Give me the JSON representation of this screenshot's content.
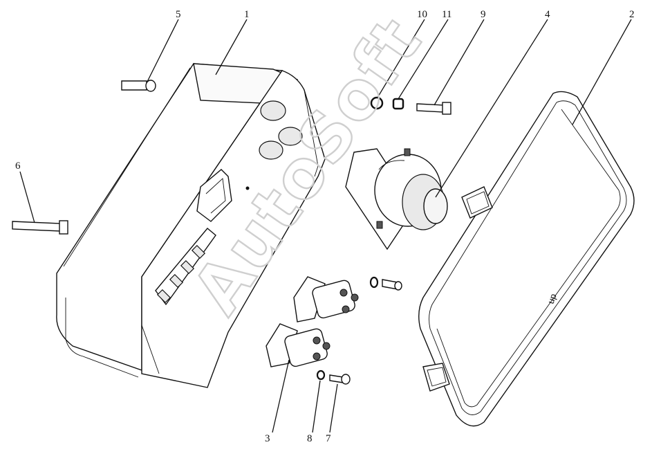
{
  "callouts": {
    "c1": "1",
    "c2": "2",
    "c3": "3",
    "c4": "4",
    "c5": "5",
    "c6": "6",
    "c7": "7",
    "c8": "8",
    "c9": "9",
    "c10": "10",
    "c11": "11"
  },
  "watermark": "AutoSoft",
  "cover_marking": "up"
}
